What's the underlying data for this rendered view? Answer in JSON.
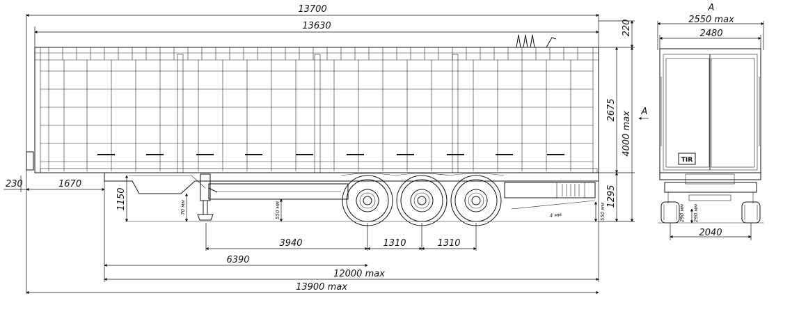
{
  "side_view": {
    "dims": {
      "total_length": "13700",
      "body_length": "13630",
      "front_overhang": "230",
      "kingpin_offset": "1670",
      "support_to_axle1": "3940",
      "axle_spacing_1": "1310",
      "axle_spacing_2": "1310",
      "kingpin_to_axle1": "6390",
      "max_chassis_length": "12000 max",
      "max_overall_length": "13900 max",
      "fifth_wheel_height": "1150",
      "roof_height": "220",
      "side_height": "2675",
      "max_height": "4000 max",
      "deck_height": "1295",
      "small_leg": "70 мм",
      "small_mid": "550 мм",
      "small_rear": "550 мм",
      "small_ramp": "4 мм"
    }
  },
  "rear_view": {
    "section_mark": "A",
    "view_arrow_label": "A",
    "dims": {
      "max_width": "2550 max",
      "body_width": "2480",
      "track_width": "2040",
      "small_left": "290 мм",
      "small_right": "290 мм"
    },
    "logo": "TIR"
  }
}
